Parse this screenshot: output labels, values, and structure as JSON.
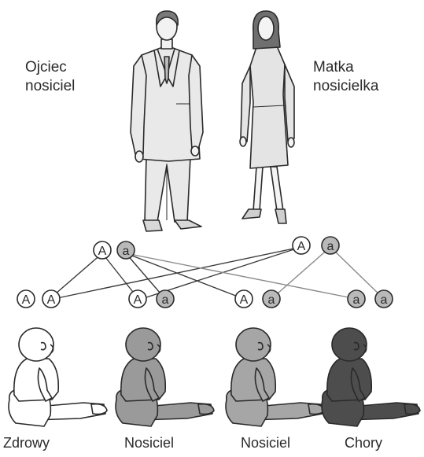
{
  "parents": {
    "father": {
      "label": "Ojciec\nnosiciel",
      "alleles": [
        "A",
        "a"
      ]
    },
    "mother": {
      "label": "Matka\nnosicielka",
      "alleles": [
        "A",
        "a"
      ]
    }
  },
  "children": [
    {
      "label": "Zdrowy",
      "alleles": [
        "A",
        "A"
      ],
      "shade": "#ffffff"
    },
    {
      "label": "Nosiciel",
      "alleles": [
        "A",
        "a"
      ],
      "shade": "#9a9a9a"
    },
    {
      "label": "Nosiciel",
      "alleles": [
        "A",
        "a"
      ],
      "shade": "#a6a6a6"
    },
    {
      "label": "Chory",
      "alleles": [
        "a",
        "a"
      ],
      "shade": "#4d4d4d"
    }
  ],
  "colors": {
    "dominant_fill": "#ffffff",
    "recessive_fill": "#b9b9b9",
    "ink": "#2a2a2a",
    "suit": "#e9e9e9",
    "dress": "#e4e4e4"
  }
}
